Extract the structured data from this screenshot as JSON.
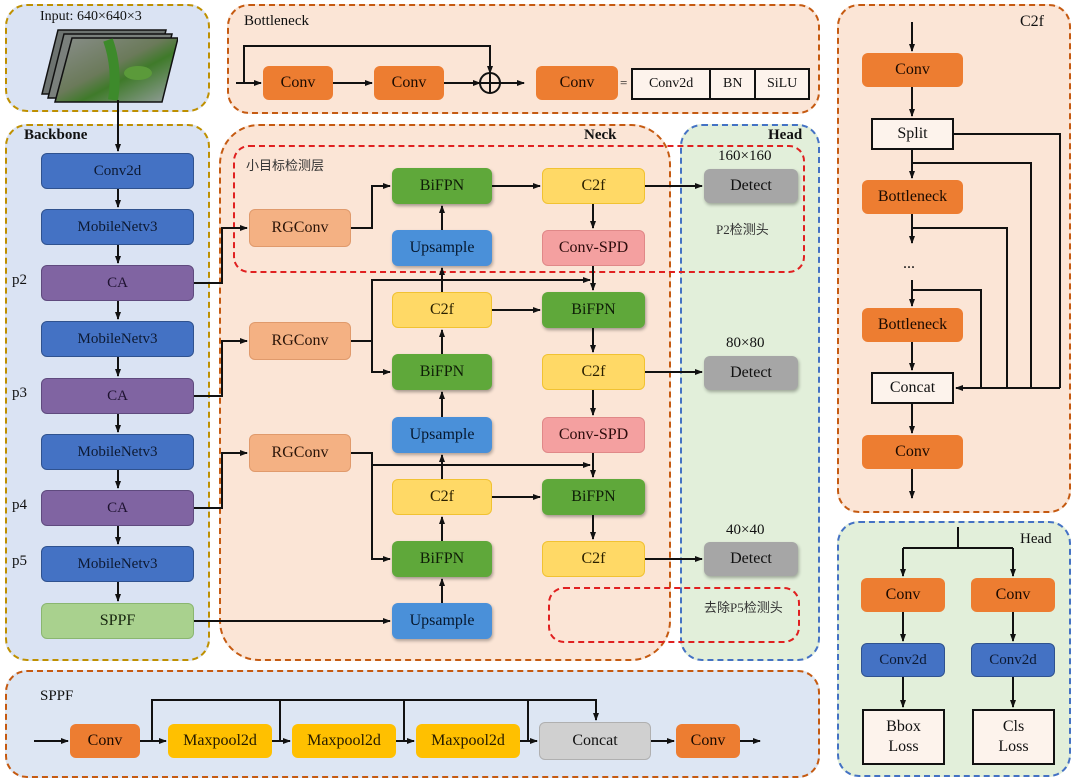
{
  "input": {
    "label": "Input: 640×640×3",
    "image": "aerial-traffic-image-stack"
  },
  "bottleneck": {
    "title": "Bottleneck",
    "nodes": [
      "Conv",
      "Conv"
    ],
    "add_symbol": "⊕",
    "conv_def": {
      "conv": "Conv",
      "equals": "=",
      "parts": [
        "Conv2d",
        "BN",
        "SiLU"
      ]
    }
  },
  "backbone": {
    "title": "Backbone",
    "nodes": [
      "Conv2d",
      "MobileNetv3",
      "CA",
      "MobileNetv3",
      "CA",
      "MobileNetv3",
      "CA",
      "MobileNetv3",
      "SPPF"
    ],
    "levels": [
      "p2",
      "p3",
      "p4",
      "p5"
    ]
  },
  "neck": {
    "title": "Neck",
    "small_target_layer": "小目标检测层",
    "rgconv": [
      "RGConv",
      "RGConv",
      "RGConv"
    ],
    "bifpn": [
      "BiFPN",
      "BiFPN",
      "BiFPN",
      "BiFPN",
      "BiFPN"
    ],
    "c2f": [
      "C2f",
      "C2f",
      "C2f",
      "C2f",
      "C2f"
    ],
    "upsample": [
      "Upsample",
      "Upsample",
      "Upsample"
    ],
    "conv_spd": [
      "Conv-SPD",
      "Conv-SPD"
    ]
  },
  "head": {
    "title": "Head",
    "scales": [
      "160×160",
      "80×80",
      "40×40"
    ],
    "detect": [
      "Detect",
      "Detect",
      "Detect"
    ],
    "p2_note": "P2检测头",
    "p5_removed_note": "去除P5检测头"
  },
  "c2f_panel": {
    "title": "C2f",
    "nodes": [
      "Conv",
      "Split",
      "Bottleneck",
      "...",
      "Bottleneck",
      "Concat",
      "Conv"
    ]
  },
  "head_panel": {
    "title": "Head",
    "conv": [
      "Conv",
      "Conv"
    ],
    "conv2d": [
      "Conv2d",
      "Conv2d"
    ],
    "loss": [
      "Bbox\nLoss",
      "Cls\nLoss"
    ],
    "loss_lines": [
      [
        "Bbox",
        "Loss"
      ],
      [
        "Cls",
        "Loss"
      ]
    ]
  },
  "sppf_panel": {
    "title": "SPPF",
    "nodes": [
      "Conv",
      "Maxpool2d",
      "Maxpool2d",
      "Maxpool2d",
      "Concat",
      "Conv"
    ]
  },
  "colors": {
    "conv": "#ed7d31",
    "blue": "#4472c4",
    "purple": "#8064a2",
    "sppf": "#a9d18e",
    "rgconv": "#f4b183",
    "bifpn": "#5fa83a",
    "c2f": "#ffd966",
    "upsample": "#4a90d9",
    "conv_spd": "#f4a0a0",
    "detect": "#a6a6a6",
    "maxpool": "#ffc000",
    "concat": "#d0d0d0",
    "red_dashed": "#e02020"
  }
}
